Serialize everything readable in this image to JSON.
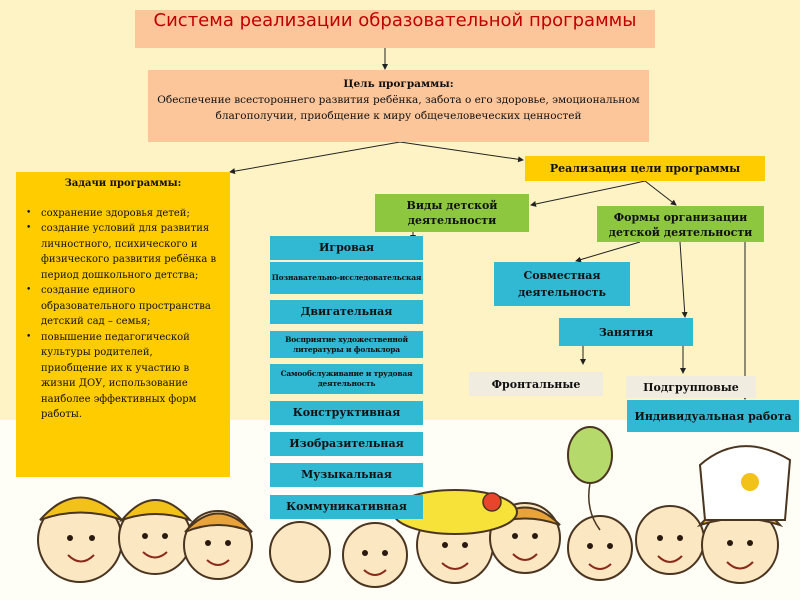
{
  "title": "Система реализации образовательной программы",
  "goal": {
    "heading": "Цель программы:",
    "text": "Обеспечение всестороннего  развития ребёнка, забота о его здоровье, эмоциональном благополучии,  приобщение  к миру общечеловеческих ценностей"
  },
  "tasks": {
    "heading": "Задачи программы:",
    "items": [
      "сохранение здоровья детей;",
      "создание условий для развития личностного, психического и физического развития ребёнка в период дошкольного детства;",
      "создание единого образовательного пространства детский сад – семья;",
      "повышение педагогической культуры родителей, приобщение их  к участию в жизни ДОУ, использование наиболее эффективных форм работы."
    ]
  },
  "realization": "Реализация цели программы",
  "activity_types": {
    "heading": "Виды детской деятельности",
    "items": [
      "Игровая",
      "Познавательно-исследовательская",
      "Двигательная",
      "Восприятие художественной литературы и фольклора",
      "Самообслуживание и трудовая деятельность",
      "Конструктивная",
      "Изобразительная",
      "Музыкальная",
      "Коммуникативная"
    ]
  },
  "forms": {
    "heading": "Формы организации детской деятельности",
    "joint": "Совместная деятельность",
    "classes": "Занятия",
    "frontal": "Фронтальные",
    "subgroup": "Подгрупповые",
    "individual": "Индивидуальная работа"
  },
  "colors": {
    "background": "#fdf3c4",
    "peach": "#fcc59a",
    "yellow": "#ffcc00",
    "green": "#8dc63f",
    "cyan": "#31b8d3",
    "title_text": "#c00000"
  }
}
